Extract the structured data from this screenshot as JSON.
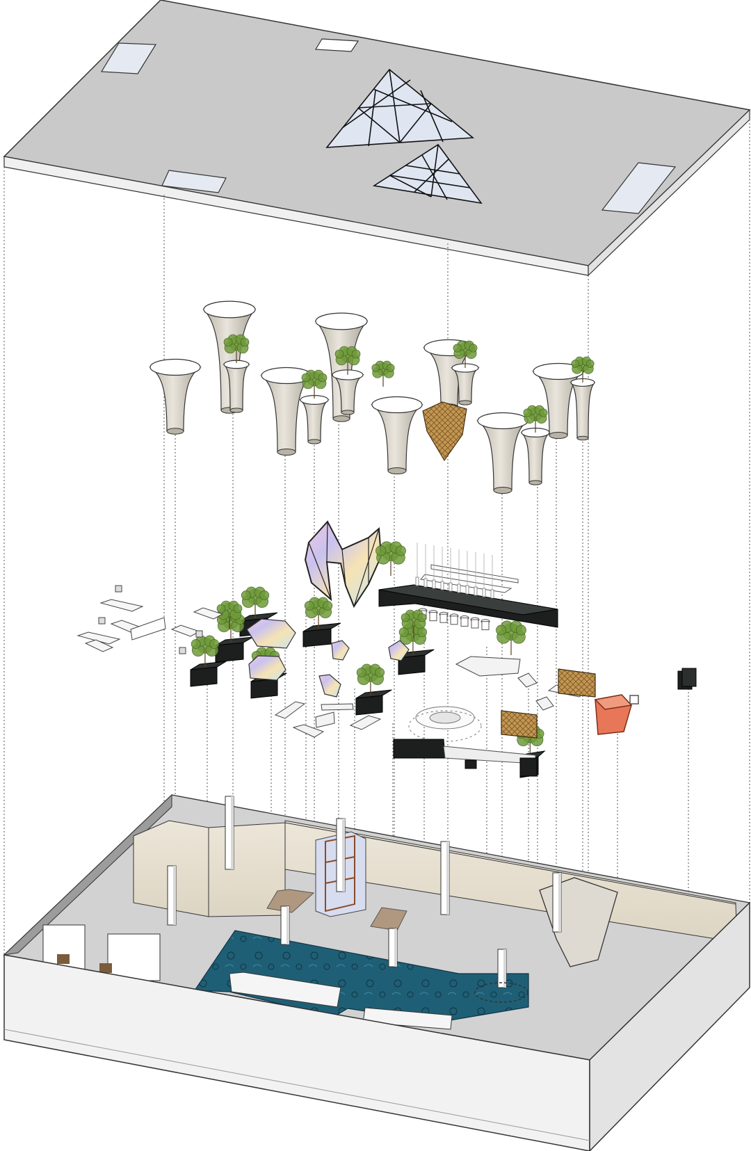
{
  "diagram": {
    "type": "exploded-axonometric",
    "layers": [
      "roof-slab",
      "funnel-columns",
      "furniture-and-planters",
      "ground-floor"
    ],
    "colors": {
      "background": "#ffffff",
      "roof_top": "#c9c9c9",
      "roof_side": "#f3f3f3",
      "skylight_glass": "#dfe6f2",
      "column_body": "#d8d3c7",
      "planter_black": "#1c1f1e",
      "foliage": "#6e9a3a",
      "pool_blue": "#1f5f76",
      "wood_panel": "#b78a4a",
      "orange_kiosk": "#e8775a",
      "iridescent": "#d6b8e0",
      "floor_grey": "#cfcfcf",
      "wall_wood": "#e3dccd",
      "dotted_guide": "#707070"
    },
    "icons": [
      "skylight-pyramid-icon",
      "funnel-column-icon",
      "tree-icon",
      "planter-icon",
      "bar-counter-icon",
      "round-table-icon",
      "glass-elevator-icon",
      "kiosk-icon"
    ]
  }
}
